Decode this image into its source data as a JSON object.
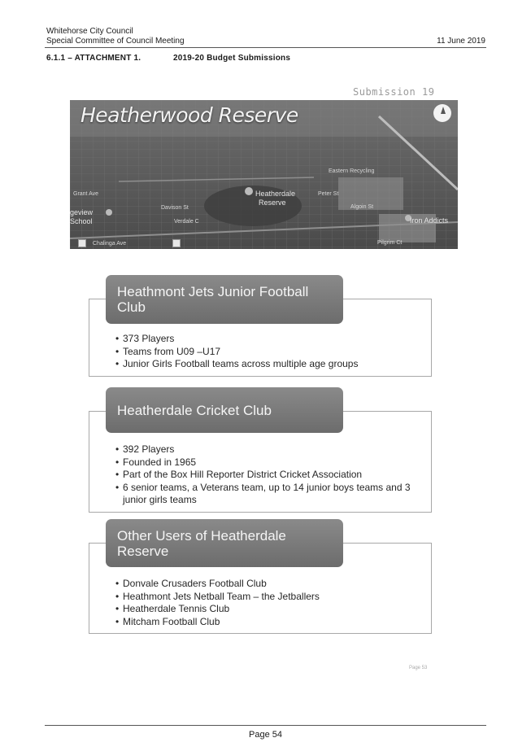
{
  "header": {
    "organisation": "Whitehorse City Council",
    "meeting": "Special Committee of Council Meeting",
    "date": "11 June 2019"
  },
  "attachment": {
    "id": "6.1.1 – ATTACHMENT 1.",
    "title": "2019-20 Budget Submissions"
  },
  "submission_tag": "Submission 19",
  "map": {
    "title": "Heatherwood Reserve",
    "labels": [
      "Heatherdale",
      "Reserve",
      "Davison St",
      "Verdale C",
      "Chalinga Ave",
      "geview",
      "School",
      "Iron Addicts",
      "Pilgrim Ct",
      "Eastern Recycling",
      "Grant Ave",
      "Peter St",
      "Algoin St"
    ],
    "icons": [
      "compass-icon"
    ]
  },
  "sections": [
    {
      "heading": "Heathmont Jets Junior Football Club",
      "items": [
        "373 Players",
        "Teams from U09 –U17",
        "Junior Girls Football teams across multiple age groups"
      ]
    },
    {
      "heading": "Heatherdale Cricket Club",
      "items": [
        "392 Players",
        "Founded in 1965",
        "Part of the Box Hill Reporter District Cricket Association",
        "6 senior teams, a Veterans team, up to 14 junior boys teams and 3 junior girls teams"
      ]
    },
    {
      "heading": "Other Users of Heatherdale Reserve",
      "items": [
        "Donvale Crusaders Football Club",
        "Heathmont Jets Netball Team – the Jetballers",
        "Heatherdale Tennis Club",
        "Mitcham Football Club"
      ]
    }
  ],
  "inner_page_number": "Page 53",
  "footer": {
    "page": "Page 54"
  }
}
